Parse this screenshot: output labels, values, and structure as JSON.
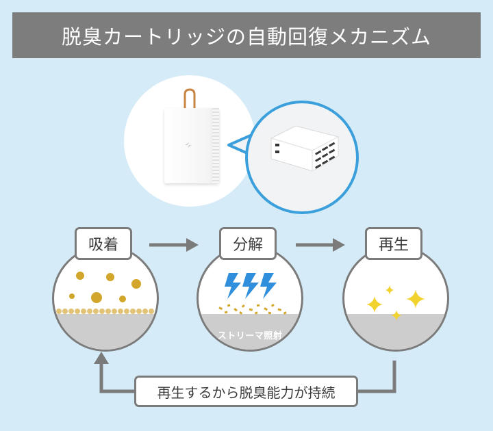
{
  "title": "脱臭カートリッジの自動回復メカニズム",
  "stages": [
    {
      "label": "吸着"
    },
    {
      "label": "分解",
      "floor_label": "ストリーマ照射"
    },
    {
      "label": "再生"
    }
  ],
  "cycle_label": "再生するから脱臭能力が持続",
  "colors": {
    "background": "#d5ecf8",
    "title_bar": "#7d7d7d",
    "zoom_ring": "#3a9fda",
    "outline": "#7b7b7b",
    "particle_gold": "#d2a62a",
    "lightning_blue": "#2f8fdc",
    "sparkle_yellow": "#f2d22c"
  },
  "icons": [
    "lightning-icon",
    "sparkle-icon",
    "arrow-right-icon",
    "device-logo-icon"
  ]
}
